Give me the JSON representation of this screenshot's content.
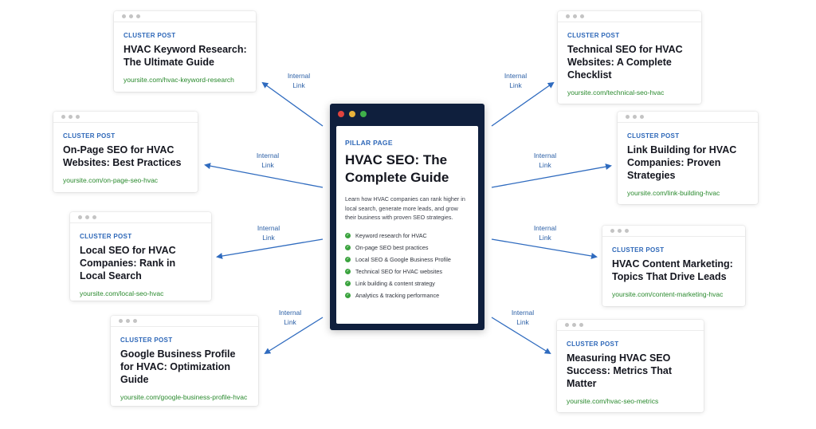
{
  "pillar": {
    "tag": "PILLAR PAGE",
    "title": "HVAC SEO: The Complete Guide",
    "description": "Learn how HVAC companies can rank higher in local search, generate more leads, and grow their business with proven SEO strategies.",
    "items": [
      "Keyword research for HVAC",
      "On-page SEO best practices",
      "Local SEO & Google Business Profile",
      "Technical SEO for HVAC websites",
      "Link building & content strategy",
      "Analytics & tracking performance"
    ],
    "dot_colors": [
      "#e0443e",
      "#e8b23a",
      "#3fb04a"
    ],
    "check_color": "#3aa33e"
  },
  "link_label": "Internal Link",
  "clusters": [
    {
      "tag": "CLUSTER POST",
      "title": "HVAC Keyword Research: The Ultimate Guide",
      "url": "yoursite.com/hvac-keyword-research"
    },
    {
      "tag": "CLUSTER POST",
      "title": "On-Page SEO for HVAC Websites: Best Practices",
      "url": "yoursite.com/on-page-seo-hvac"
    },
    {
      "tag": "CLUSTER POST",
      "title": "Local SEO for HVAC Companies: Rank in Local Search",
      "url": "yoursite.com/local-seo-hvac"
    },
    {
      "tag": "CLUSTER POST",
      "title": "Google Business Profile for HVAC: Optimization Guide",
      "url": "yoursite.com/google-business-profile-hvac"
    },
    {
      "tag": "CLUSTER POST",
      "title": "Technical SEO for HVAC Websites: A Complete Checklist",
      "url": "yoursite.com/technical-seo-hvac"
    },
    {
      "tag": "CLUSTER POST",
      "title": "Link Building for HVAC Companies: Proven Strategies",
      "url": "yoursite.com/link-building-hvac"
    },
    {
      "tag": "CLUSTER POST",
      "title": "HVAC Content Marketing: Topics That Drive Leads",
      "url": "yoursite.com/content-marketing-hvac"
    },
    {
      "tag": "CLUSTER POST",
      "title": "Measuring HVAC SEO Success: Metrics That Matter",
      "url": "yoursite.com/hvac-seo-metrics"
    }
  ],
  "colors": {
    "accent_blue": "#2d67b8",
    "url_green": "#2a8a2e",
    "arrow_blue": "#2f6bbf",
    "pillar_frame": "#0f1f3d"
  }
}
